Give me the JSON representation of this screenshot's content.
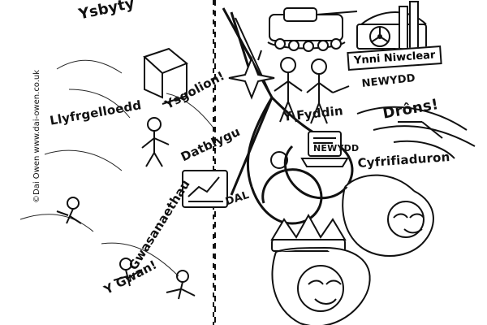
{
  "labels": {
    "ysbyty": "Ysbyty",
    "llyfrgelloedd": "Llyfrgelloedd",
    "ysgolion": "Ysgolion!",
    "datblygu": "Datblygu",
    "gwasanaethau": "Gwasanaethau",
    "y_gwan": "Y Gwan!",
    "dal": "DAL",
    "ynni_niwclear": "Ynni Niwclear",
    "newydd_sign": "NEWYDD",
    "y_fyddin": "Y Fyddin",
    "drons": "Drôns!",
    "cyfrifiaduron": "Cyfrifiaduron",
    "newydd_tag": "NEWYDD"
  },
  "credit": {
    "text": "©Dai Owen  www.dai-owen.co.uk"
  },
  "colors": {
    "ink": "#111111",
    "paper": "#ffffff",
    "bg": "#fbfbfb"
  },
  "icons": {
    "scissors": "scissors-icon",
    "tank": "tank-icon",
    "radiation": "radiation-icon",
    "crown": "crown-icon",
    "laptop": "laptop-icon",
    "drone": "drone-icon",
    "book": "book-icon",
    "chart": "chart-icon"
  }
}
